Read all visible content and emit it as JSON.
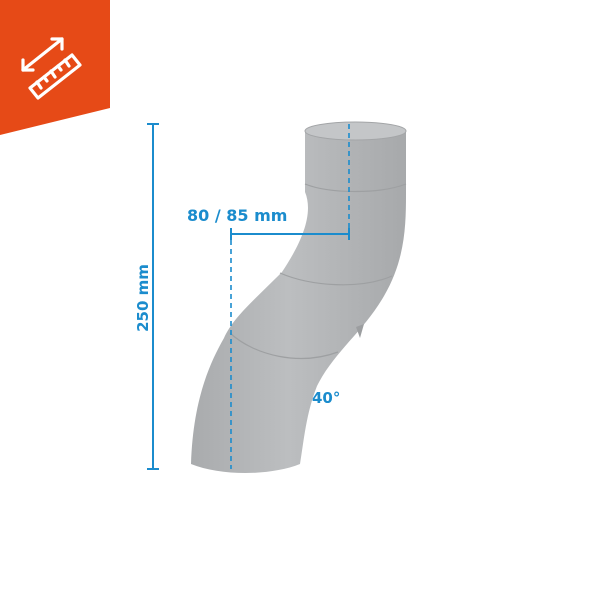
{
  "badge": {
    "icon": "ruler-dimensions-icon",
    "background_color": "#e64a17"
  },
  "dimensions": {
    "height": "250 mm",
    "diameter": "80 / 85 mm",
    "angle": "40°"
  },
  "colors": {
    "dimension": "#1b8ccd",
    "pipe": "#b5b7b9"
  }
}
